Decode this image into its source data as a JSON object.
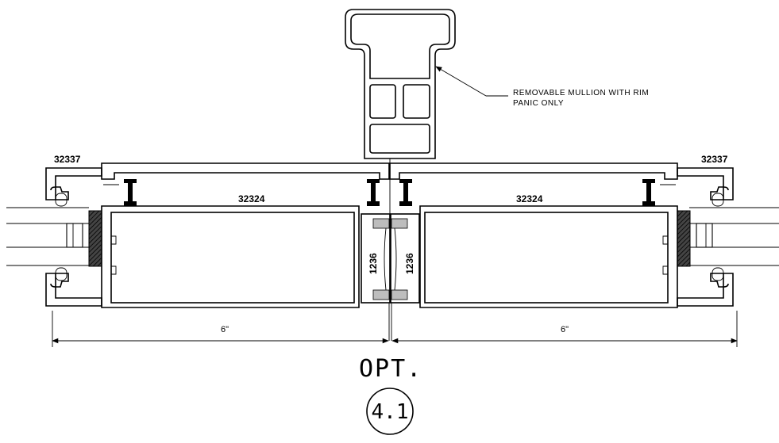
{
  "labels": {
    "part_left_outer": "32337",
    "part_right_outer": "32337",
    "part_left_stile": "32324",
    "part_right_stile": "32324",
    "part_center_left": "1236",
    "part_center_right": "1236"
  },
  "callout": {
    "line1": "REMOVABLE MULLION WITH RIM",
    "line2": "PANIC ONLY"
  },
  "dimensions": {
    "left": "6\"",
    "right": "6\""
  },
  "option": {
    "label": "OPT.",
    "number": "4.1"
  }
}
